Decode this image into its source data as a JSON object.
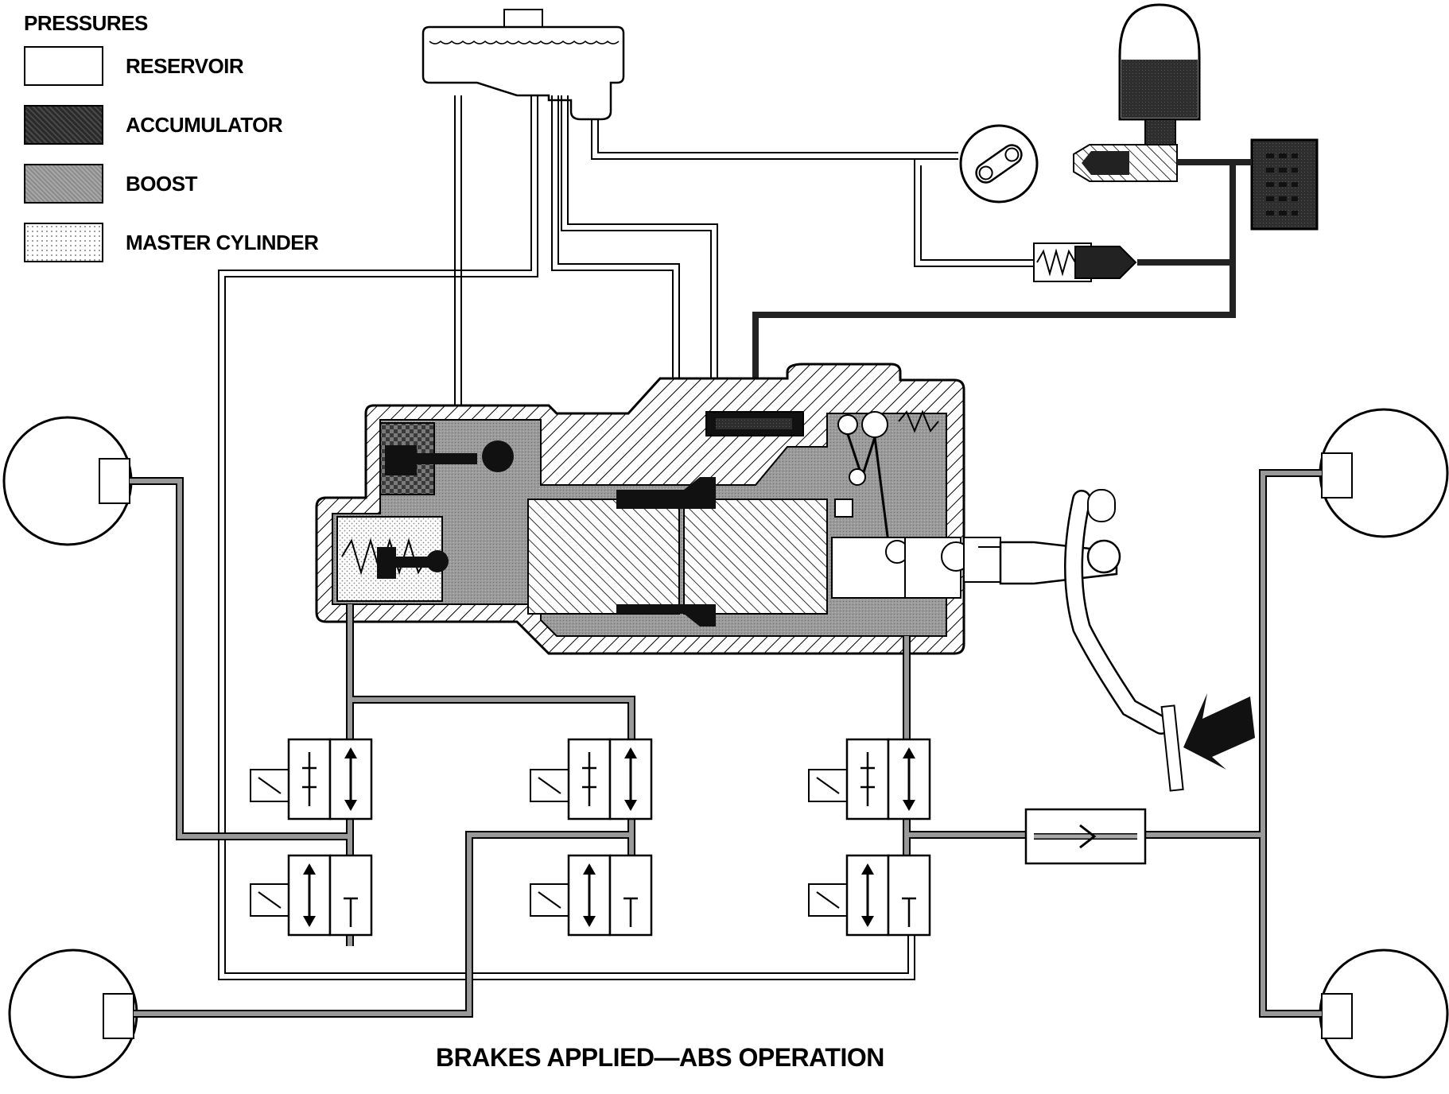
{
  "legend": {
    "title": "PRESSURES",
    "items": [
      {
        "label": "RESERVOIR",
        "pattern": "reservoir"
      },
      {
        "label": "ACCUMULATOR",
        "pattern": "accumulator"
      },
      {
        "label": "BOOST",
        "pattern": "boost"
      },
      {
        "label": "MASTER CYLINDER",
        "pattern": "master"
      }
    ]
  },
  "caption": "BRAKES APPLIED—ABS OPERATION",
  "colors": {
    "line": "#000000",
    "accumulator": "#2e2e2e",
    "boost": "#8c8c8c",
    "master": "#e2e2e2",
    "background": "#ffffff"
  }
}
